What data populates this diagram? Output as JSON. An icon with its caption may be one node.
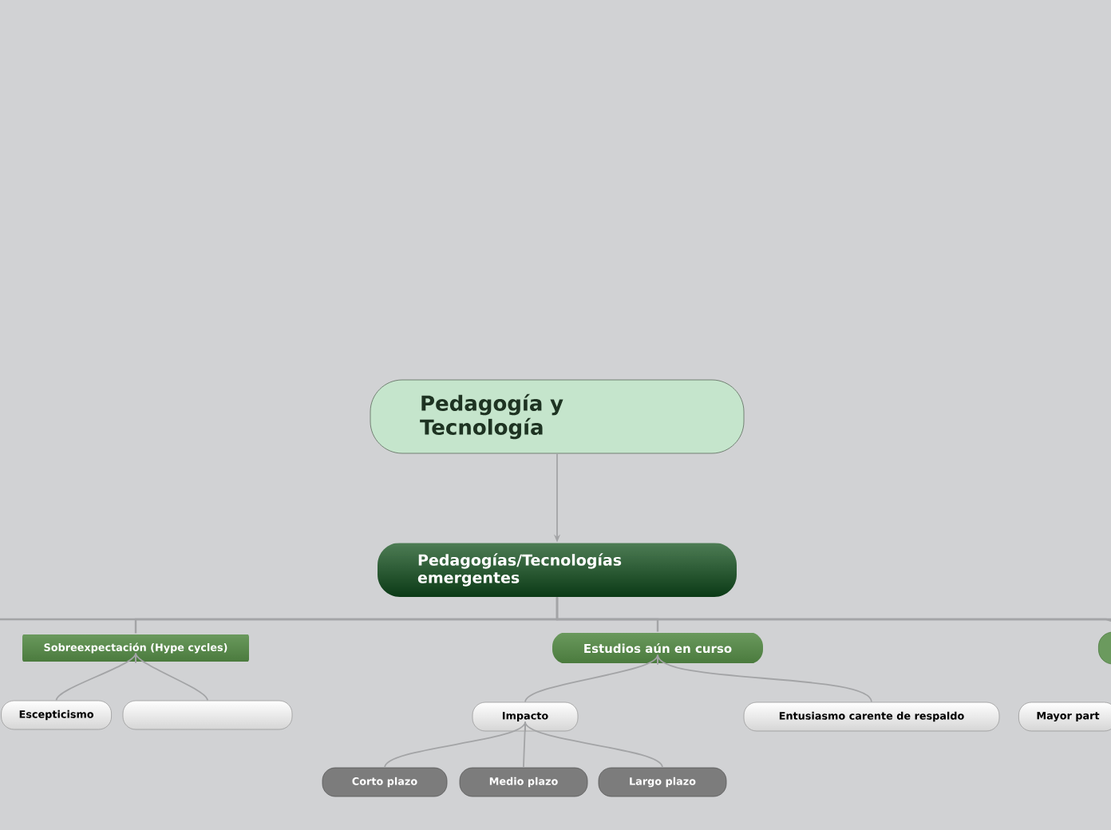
{
  "diagram": {
    "nodes": [
      {
        "text": [
          "Pedagogía y Tecnología"
        ]
      },
      {
        "text": [
          "Pedagogías/Tecnologías emergentes"
        ]
      },
      {
        "text": [
          "Sobreexpectación (Hype cycles)"
        ]
      },
      {
        "text": [
          "Estudios aún en curso"
        ]
      },
      {
        "text": [],
        "shape": "box"
      },
      {
        "text": [
          "Escepticismo"
        ]
      },
      {
        "text": [],
        "shape": "box"
      },
      {
        "text": [
          "Impacto"
        ]
      },
      {
        "text": [
          "Entusiasmo carente de respaldo"
        ]
      },
      {
        "text": [
          "Mayor part"
        ]
      },
      {
        "text": [
          "Corto plazo"
        ]
      },
      {
        "text": [
          "Medio plazo"
        ]
      },
      {
        "text": [
          "Largo plazo"
        ]
      }
    ],
    "edges": [
      {
        "from": 0,
        "to": 1,
        "arrow": "to"
      },
      {
        "from": 1,
        "to": 2,
        "arrow": "none"
      },
      {
        "from": 1,
        "to": 3,
        "arrow": "none"
      },
      {
        "from": 1,
        "to": 4,
        "arrow": "none"
      },
      {
        "from": 2,
        "to": 5,
        "arrow": "none"
      },
      {
        "from": 2,
        "to": 6,
        "arrow": "none"
      },
      {
        "from": 3,
        "to": 7,
        "arrow": "none"
      },
      {
        "from": 3,
        "to": 8,
        "arrow": "none"
      },
      {
        "from": 7,
        "to": 10,
        "arrow": "none"
      },
      {
        "from": 7,
        "to": 11,
        "arrow": "none"
      },
      {
        "from": 7,
        "to": 12,
        "arrow": "none"
      }
    ]
  }
}
